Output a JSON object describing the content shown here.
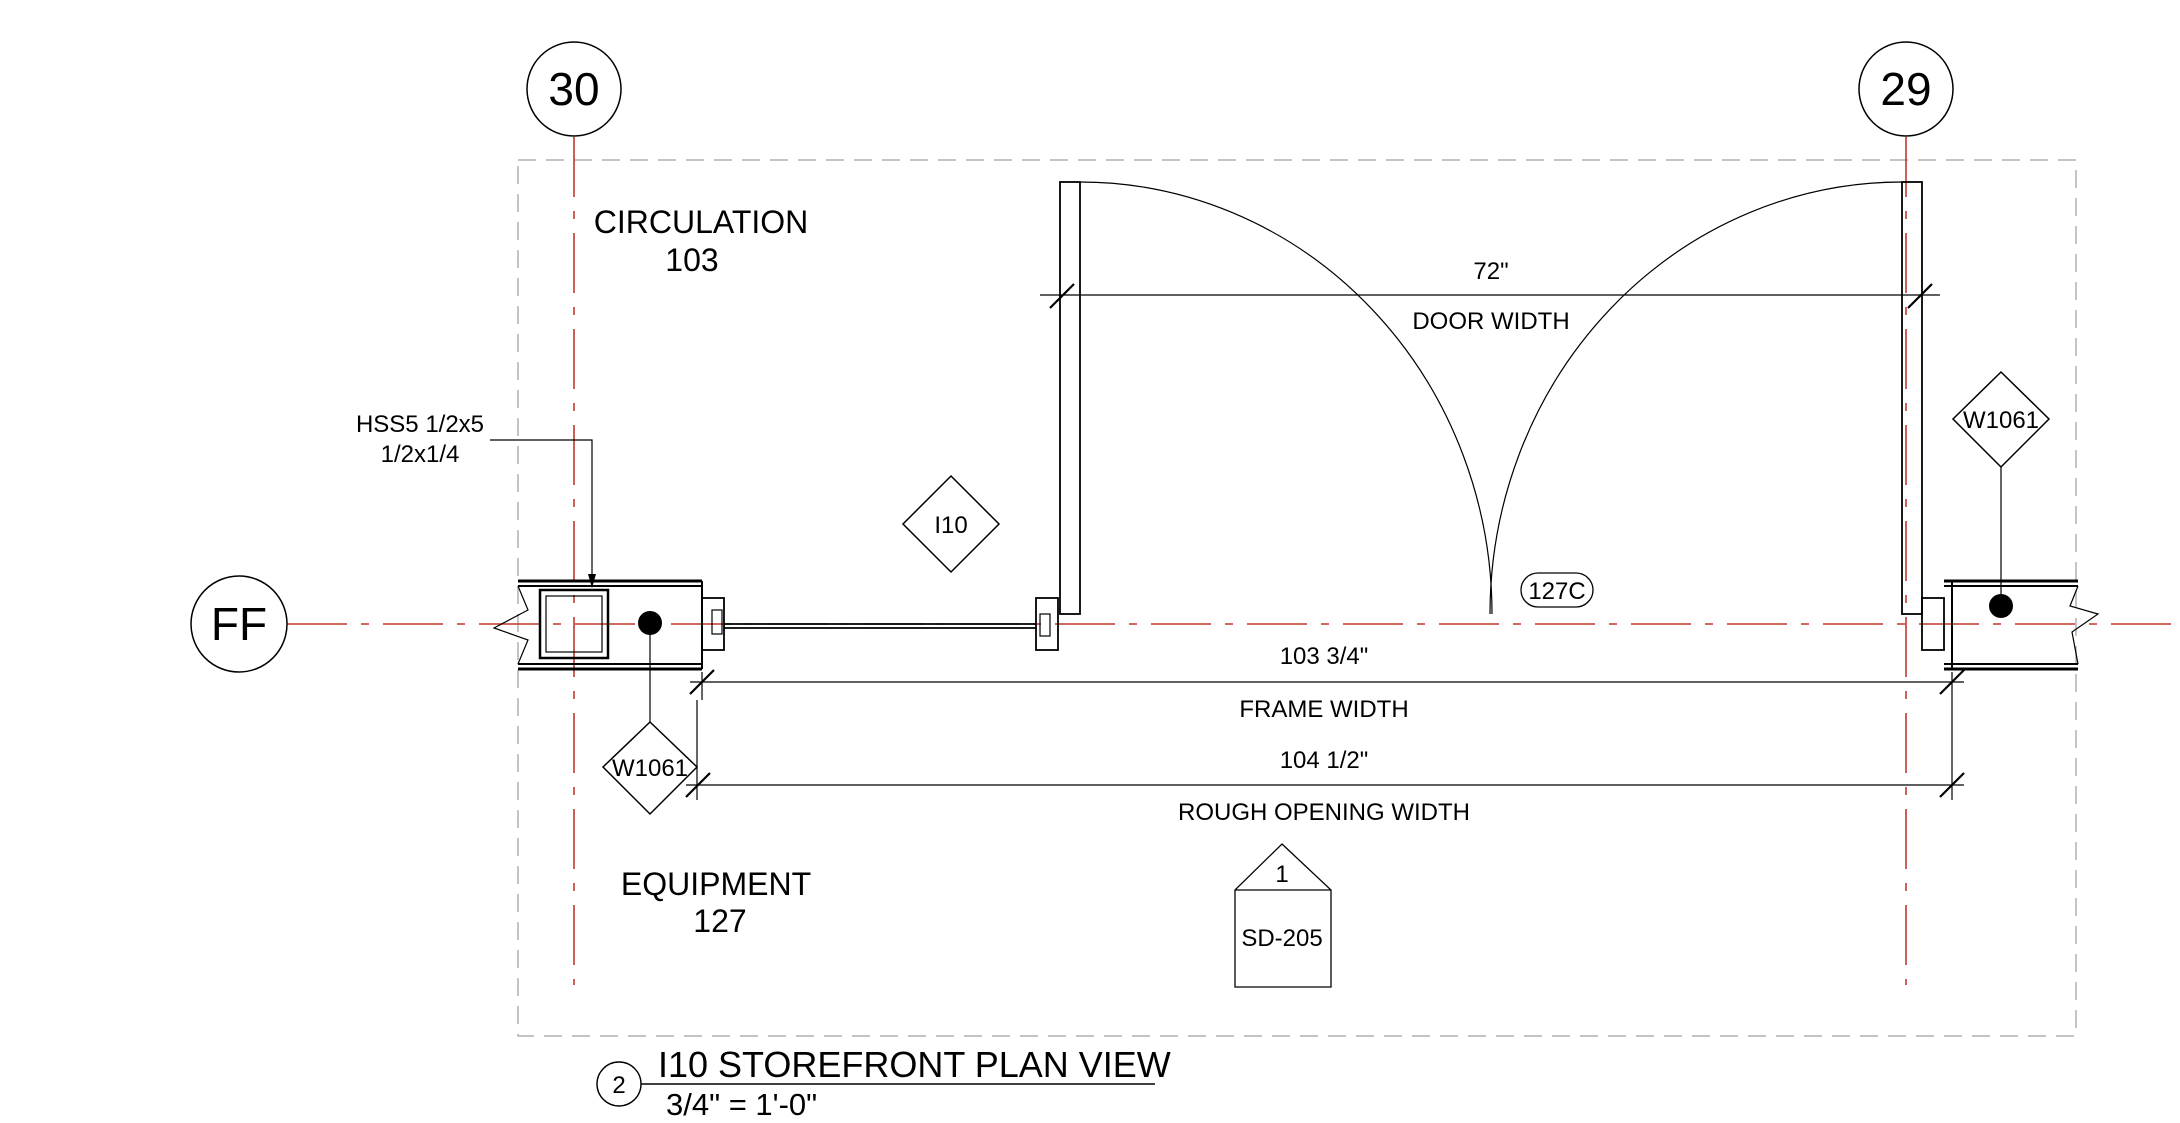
{
  "grid": {
    "col_left": "30",
    "col_right": "29",
    "row": "FF"
  },
  "rooms": {
    "circulation": {
      "name": "CIRCULATION",
      "number": "103"
    },
    "equipment": {
      "name": "EQUIPMENT",
      "number": "127"
    }
  },
  "member_callout": {
    "line1": "HSS5 1/2x5",
    "line2": "1/2x1/4"
  },
  "tags": {
    "storefront_type": "I10",
    "wall_left": "W1061",
    "wall_right": "W1061",
    "door": "127C"
  },
  "dimensions": {
    "door": {
      "value": "72\"",
      "label": "DOOR WIDTH"
    },
    "frame": {
      "value": "103 3/4\"",
      "label": "FRAME WIDTH"
    },
    "rough": {
      "value": "104 1/2\"",
      "label": "ROUGH OPENING WIDTH"
    }
  },
  "section_marker": {
    "number": "1",
    "sheet": "SD-205"
  },
  "view_title": {
    "number": "2",
    "title": "I10 STOREFRONT PLAN VIEW",
    "scale": "3/4\" = 1'-0\""
  },
  "colors": {
    "gridline": "#c0392b",
    "room_text": "#0a84c6",
    "linework": "#000000",
    "crop_region": "#b0b0b0"
  }
}
